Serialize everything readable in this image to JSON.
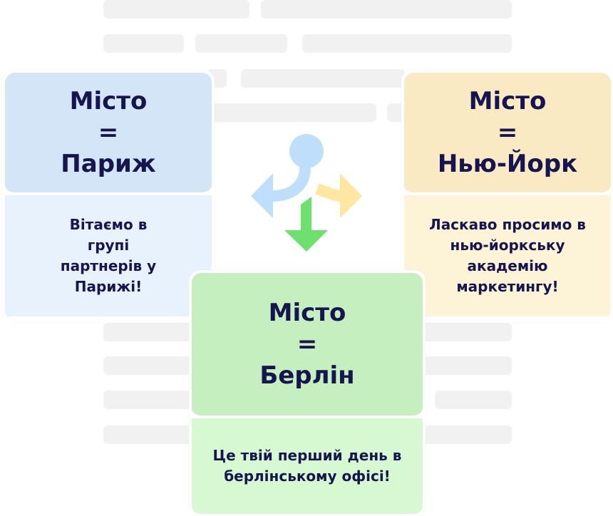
{
  "cards": [
    {
      "key": "paris",
      "label": "Місто",
      "eq": "=",
      "city": "Париж",
      "message": "Вітаємо в групі партнерів у Парижі!"
    },
    {
      "key": "newyork",
      "label": "Місто",
      "eq": "=",
      "city": "Нью-Йорк",
      "message": "Ласкаво просимо в нью-йоркську академію маркетингу!"
    },
    {
      "key": "berlin",
      "label": "Місто",
      "eq": "=",
      "city": "Берлін",
      "message": "Це твій перший день в берлінському офісі!"
    }
  ],
  "colors": {
    "text": "#16154f",
    "blue": "#bfdefb",
    "yellow": "#ffe6a1",
    "green": "#6ee06e"
  }
}
